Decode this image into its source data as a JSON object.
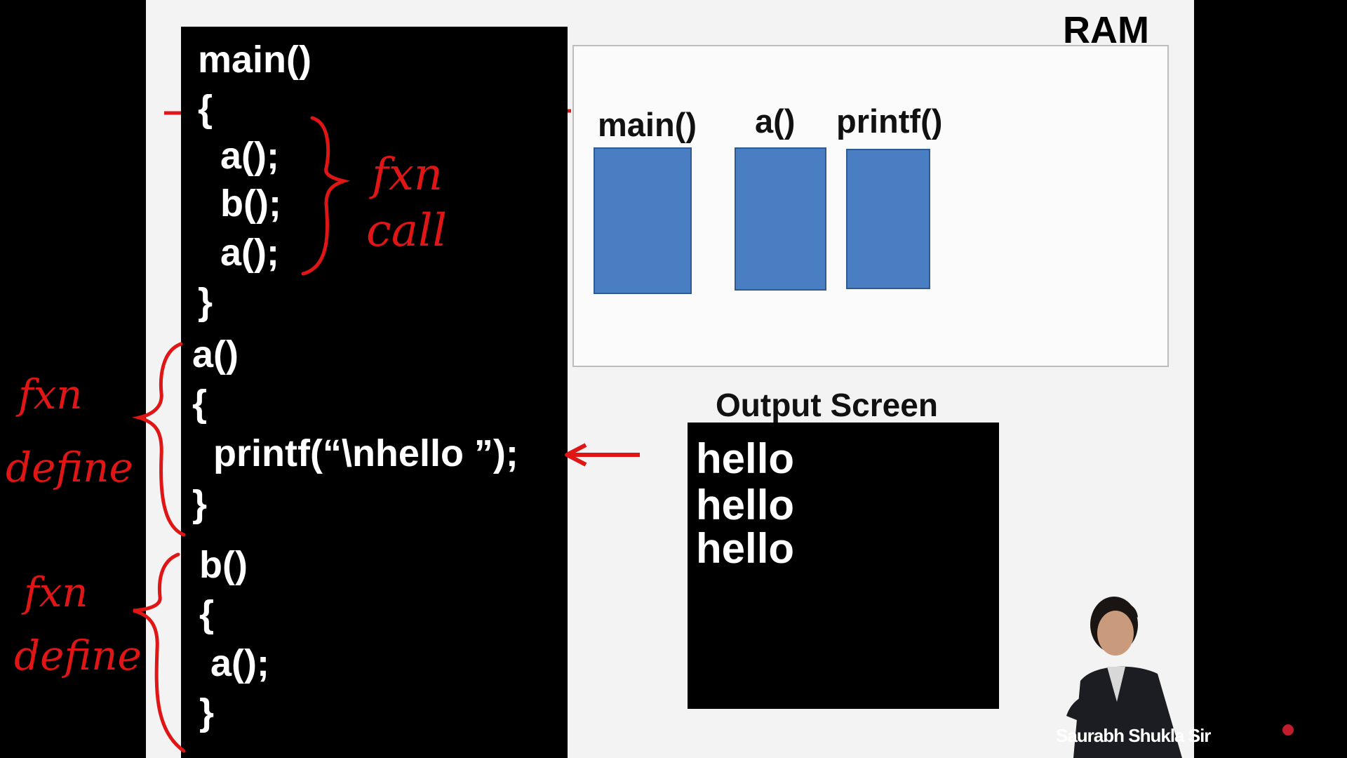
{
  "code": {
    "lines": [
      "main()",
      "{",
      "a();",
      "b();",
      "a();",
      "}",
      "a()",
      "{",
      "printf(“\\nhello ”);",
      "}",
      "b()",
      "{",
      "a();",
      "}"
    ]
  },
  "ram": {
    "title": "RAM",
    "frames": [
      "main()",
      "a()",
      "printf()"
    ]
  },
  "output": {
    "title": "Output Screen",
    "lines": [
      "hello",
      "hello",
      "hello"
    ]
  },
  "annotations": {
    "fxn_call_1": "fxn",
    "fxn_call_2": "call",
    "fxn_define_a_1": "fxn",
    "fxn_define_a_2": "define",
    "fxn_define_b_1": "fxn",
    "fxn_define_b_2": "define"
  },
  "presenter": {
    "name": "Saurabh Shukla Sir"
  },
  "colors": {
    "annotation": "#e01515",
    "frame": "#4a7ec2",
    "panel": "#000000",
    "slide": "#f3f3f3"
  }
}
